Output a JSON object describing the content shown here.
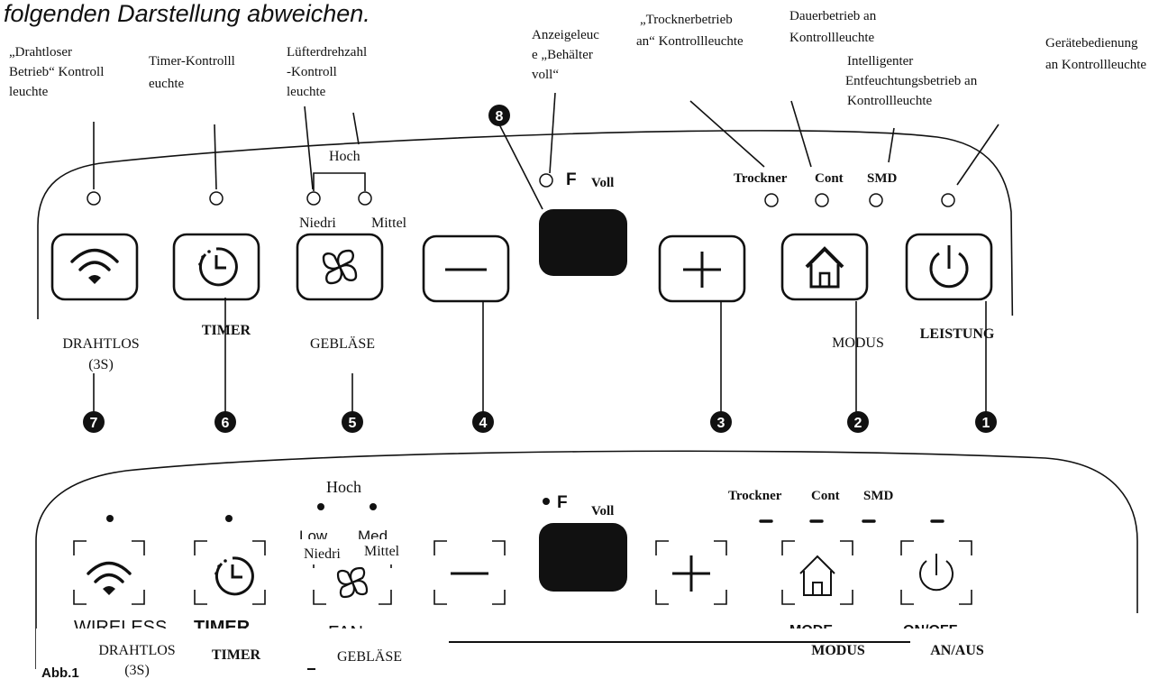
{
  "heading": "folgenden Darstellung abweichen.",
  "callouts": {
    "wireless": [
      "„Drahtloser",
      "Betrieb“ Kontroll",
      "leuchte"
    ],
    "timer": [
      "Timer-Kontrolll",
      "euchte"
    ],
    "fan_speed": [
      "Lüfterdrehzahl",
      "-Kontroll",
      "leuchte"
    ],
    "tank_full": [
      "Anzeigeleuc",
      "e „Behälter",
      "voll“"
    ],
    "dryer": [
      "„Trocknerbetrieb",
      "an“ Kontrollleuchte"
    ],
    "continuous": [
      "Dauerbetrieb an",
      "Kontrollleuchte"
    ],
    "smart": [
      "Intelligenter",
      "Entfeuchtungsbetrieb an",
      "Kontrollleuchte"
    ],
    "power": [
      "Gerätebedienung",
      "an Kontrollleuchte"
    ]
  },
  "indicators": {
    "high": "Hoch",
    "low": "Niedri",
    "mid": "Mittel",
    "full_letter": "F",
    "full": "Voll",
    "dryer": "Trockner",
    "cont": "Cont",
    "smd": "SMD"
  },
  "top_labels": {
    "wireless": [
      "DRAHTLOS",
      "(3S)"
    ],
    "timer": "TIMER",
    "fan": "GEBLÄSE",
    "mode": "MODUS",
    "power": "LEISTUNG"
  },
  "numbers": [
    "7",
    "6",
    "5",
    "4",
    "3",
    "2",
    "1",
    "8"
  ],
  "bottom": {
    "high": "Hoch",
    "low_en": "Low",
    "med_en": "Med",
    "low": "Niedri",
    "mid": "Mittel",
    "full_letter": "F",
    "full": "Voll",
    "dryer": "Trockner",
    "cont": "Cont",
    "smd": "SMD",
    "wireless_en": "WIRELESS",
    "timer_en": "TIMER",
    "fan_en": "FAN",
    "mode_en": "MODE",
    "onoff_en": "ON/OFF",
    "wireless": [
      "DRAHTLOS",
      "(3S)"
    ],
    "timer": "TIMER",
    "fan": "GEBLÄSE",
    "mode": "MODUS",
    "power": "AN/AUS"
  },
  "figure_label": "Abb.1",
  "icons": [
    "wifi-icon",
    "timer-icon",
    "fan-icon",
    "minus-icon",
    "display",
    "plus-icon",
    "home-icon",
    "power-icon"
  ]
}
